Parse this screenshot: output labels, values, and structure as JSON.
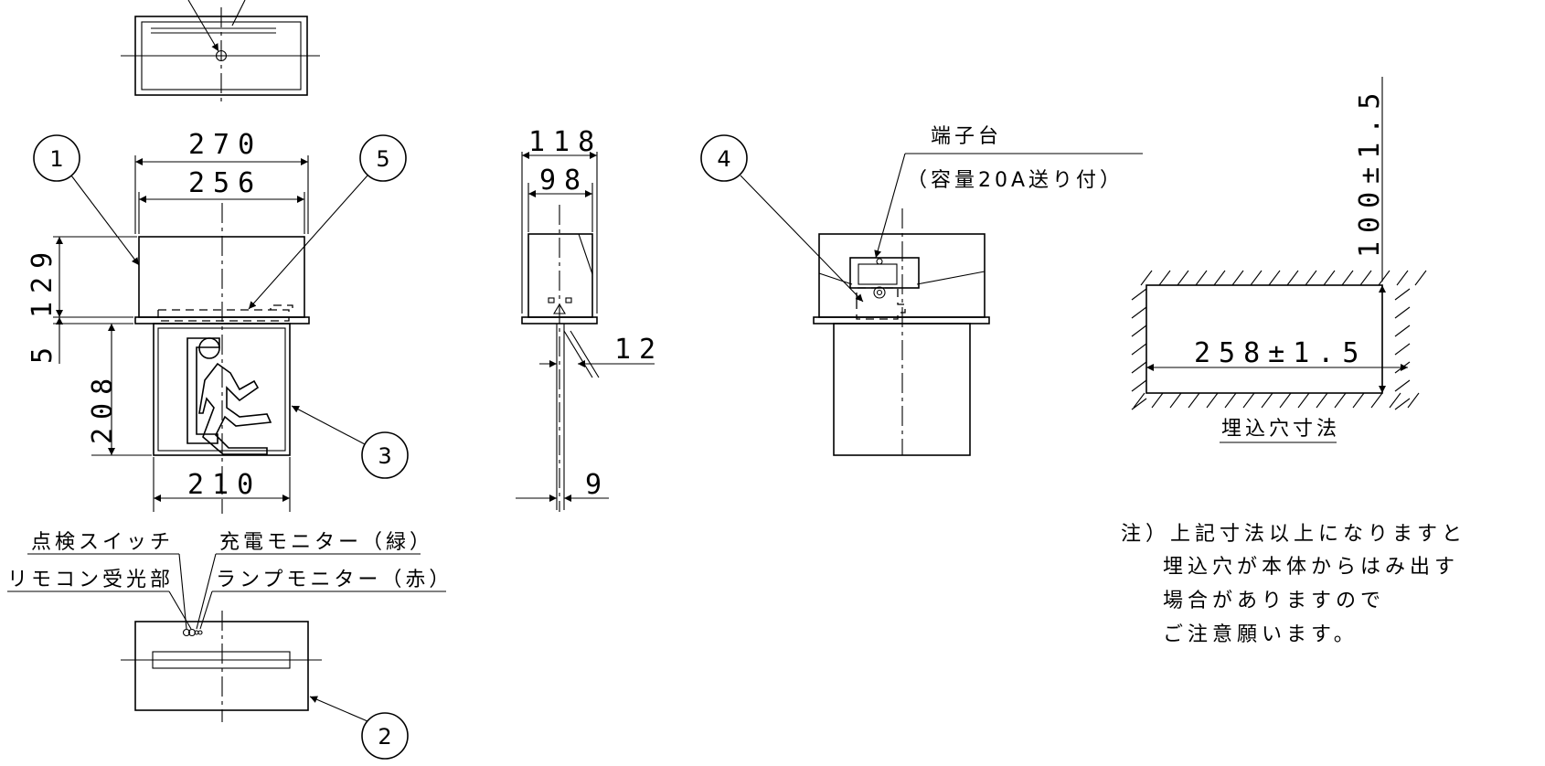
{
  "callouts": {
    "c1": "1",
    "c2": "2",
    "c3": "3",
    "c4": "4",
    "c5": "5"
  },
  "dimensions": {
    "width_outer": "270",
    "width_inner": "256",
    "height_body": "129",
    "flange": "5",
    "panel_height": "208",
    "panel_width": "210",
    "depth_outer": "118",
    "depth_inner": "98",
    "panel_thickness_1": "12",
    "panel_thickness_2": "9",
    "cutout_depth": "100±1.5",
    "cutout_width": "258±1.5"
  },
  "labels": {
    "terminal_block": "端子台",
    "terminal_capacity": "（容量20A送り付）",
    "cutout_title": "埋込穴寸法",
    "inspection_switch": "点検スイッチ",
    "remote_receiver": "リモコン受光部",
    "charge_monitor": "充電モニター（緑）",
    "lamp_monitor": "ランプモニター（赤）"
  },
  "note": {
    "line1": "注）上記寸法以上になりますと",
    "line2": "埋込穴が本体からはみ出す",
    "line3": "場合がありますので",
    "line4": "ご注意願います。"
  }
}
